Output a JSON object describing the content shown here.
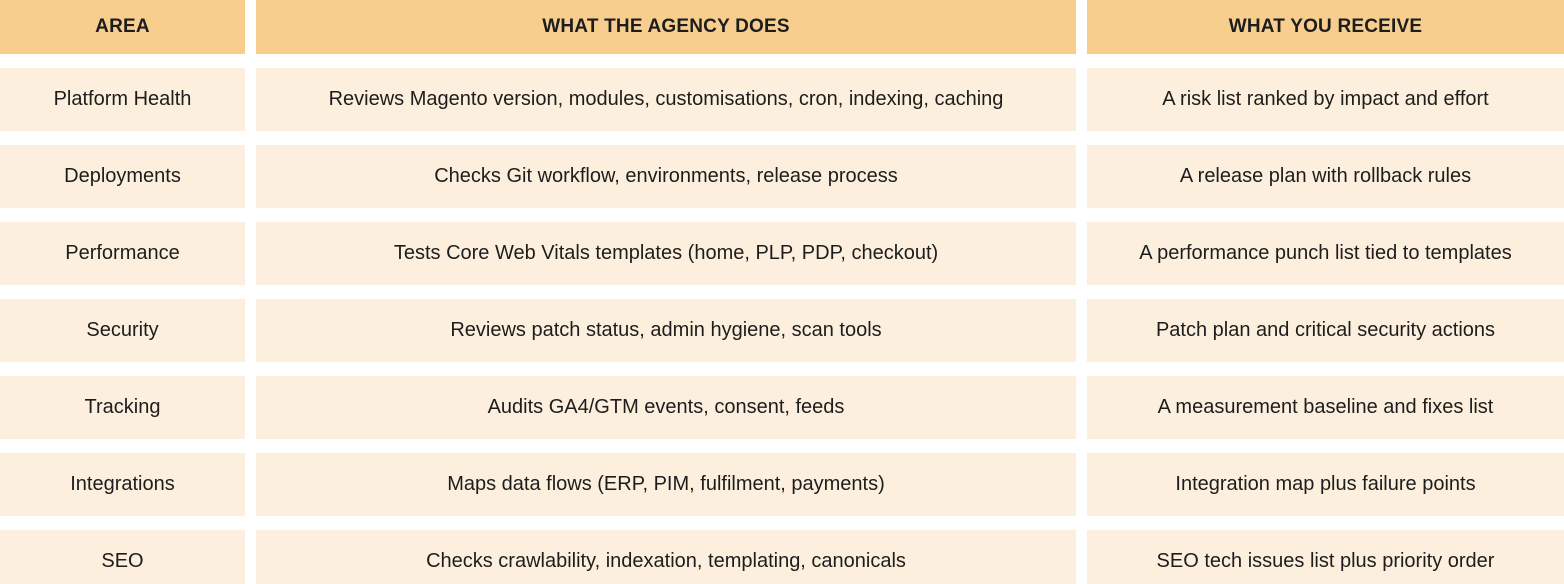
{
  "table": {
    "headers": [
      {
        "label": "AREA"
      },
      {
        "label": "WHAT THE AGENCY DOES"
      },
      {
        "label": "WHAT YOU RECEIVE"
      }
    ],
    "rows": [
      {
        "area": "Platform Health",
        "does": "Reviews Magento version, modules, customisations, cron, indexing, caching",
        "receive": "A risk list ranked by impact and effort"
      },
      {
        "area": "Deployments",
        "does": "Checks Git workflow, environments, release process",
        "receive": "A release plan with rollback rules"
      },
      {
        "area": "Performance",
        "does": "Tests Core Web Vitals templates (home, PLP, PDP, checkout)",
        "receive": "A performance punch list tied to templates"
      },
      {
        "area": "Security",
        "does": "Reviews patch status, admin hygiene, scan tools",
        "receive": "Patch plan and critical security actions"
      },
      {
        "area": "Tracking",
        "does": "Audits GA4/GTM events, consent, feeds",
        "receive": "A measurement baseline and fixes list"
      },
      {
        "area": "Integrations",
        "does": "Maps data flows (ERP, PIM, fulfilment, payments)",
        "receive": "Integration map plus failure points"
      },
      {
        "area": "SEO",
        "does": "Checks crawlability, indexation, templating, canonicals",
        "receive": "SEO tech issues list plus priority order"
      }
    ],
    "colors": {
      "header_bg": "#F8CE8E",
      "row_bg": "#FCEFDD",
      "text": "#1D1D1D",
      "gap": "#FFFFFF"
    }
  }
}
